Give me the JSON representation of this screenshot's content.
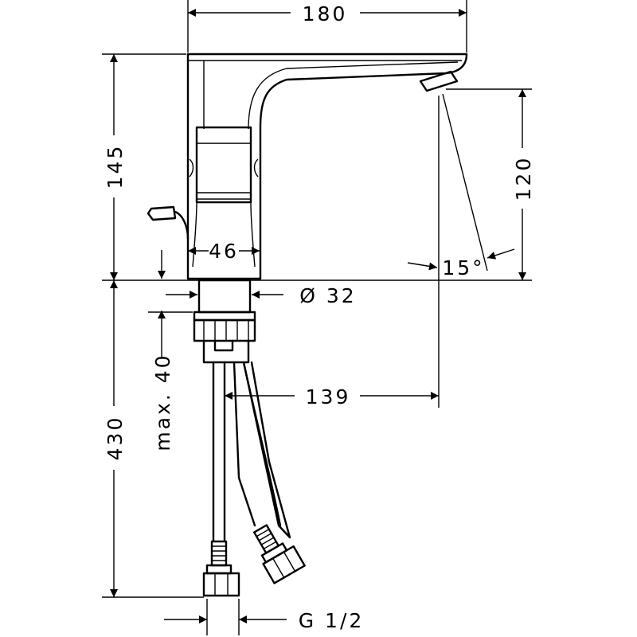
{
  "dimensions": {
    "overall_length": "180",
    "spout_height": "145",
    "outlet_height": "120",
    "spray_angle": "15°",
    "body_width": "46",
    "mount_hole_diameter": "Ø 32",
    "max_deck_thickness": "max. 40",
    "projection": "139",
    "hose_length": "430",
    "connection_thread": "G 1/2"
  }
}
